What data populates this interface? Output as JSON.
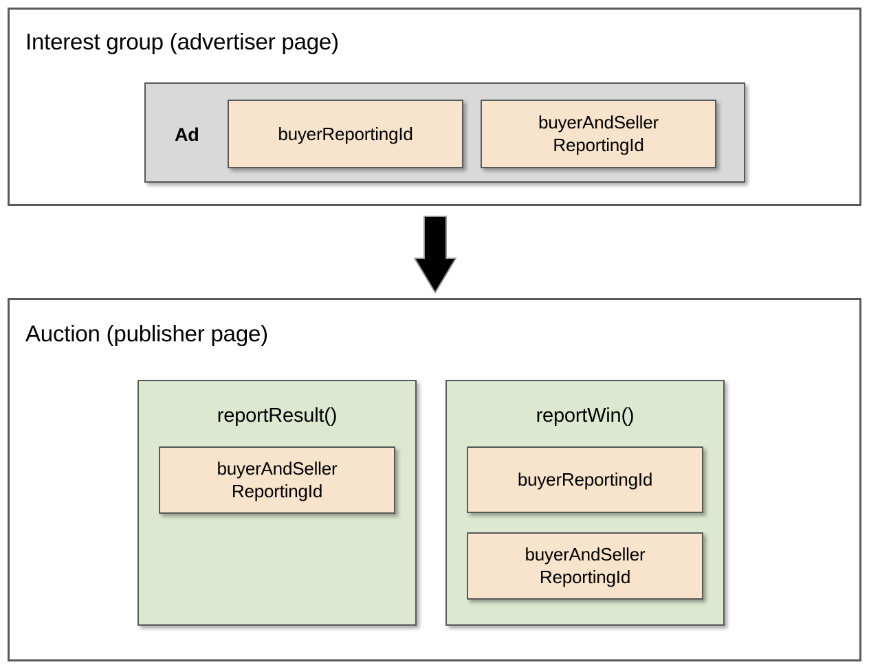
{
  "diagram": {
    "title_top": "Interest group (advertiser page)",
    "title_bottom": "Auction (publisher page)",
    "arrow_icon": "down-arrow-icon",
    "colors": {
      "panel_border": "#595959",
      "panel_fill": "#ffffff",
      "ad_fill": "#d9d9d9",
      "chip_fill": "#f8e3cc",
      "func_fill": "#dce8d0",
      "arrow_fill": "#000000"
    }
  },
  "interest_group": {
    "title": "Interest group (advertiser page)",
    "ad": {
      "label": "Ad",
      "chips": [
        {
          "text": "buyerReportingId"
        },
        {
          "text": "buyerAndSeller\nReportingId",
          "line1": "buyerAndSeller",
          "line2": "ReportingId"
        }
      ]
    }
  },
  "auction": {
    "title": "Auction (publisher page)",
    "functions": [
      {
        "name": "reportResult()",
        "chips": [
          {
            "line1": "buyerAndSeller",
            "line2": "ReportingId"
          }
        ]
      },
      {
        "name": "reportWin()",
        "chips": [
          {
            "line1": "buyerReportingId",
            "line2": ""
          },
          {
            "line1": "buyerAndSeller",
            "line2": "ReportingId"
          }
        ]
      }
    ]
  }
}
